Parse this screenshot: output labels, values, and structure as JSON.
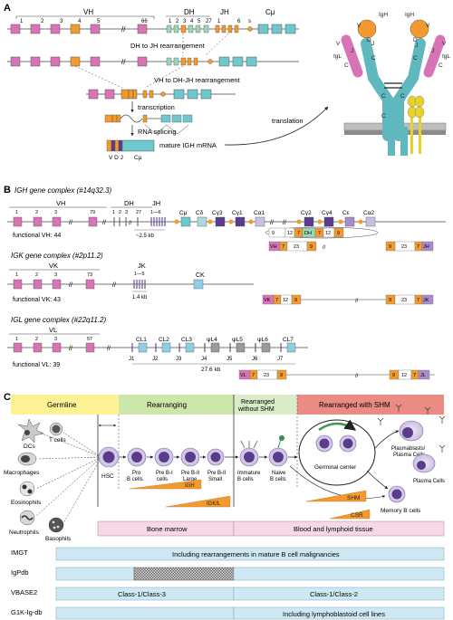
{
  "colors": {
    "v_pink": "#d873b6",
    "d_green": "#9ad9b8",
    "j_orange": "#f29a2e",
    "c_teal": "#6ec8cd",
    "cblue": "#8ecfe6",
    "purple_dark": "#5b3c8c",
    "purple_light": "#a98cc9",
    "grey": "#9a9a9a",
    "germline_bar": "#fdf294",
    "rearranging_bar": "#cde6a9",
    "rearr_no_shm_bar": "#d9ecc7",
    "rearr_shm_bar": "#ec8b84",
    "bone_marrow": "#f6d8e7",
    "blood_tissue": "#f6d8e7",
    "db_bar": "#cfe9f4"
  },
  "panel_a": {
    "label": "A",
    "vh": "VH",
    "dh": "DH",
    "jh": "JH",
    "cmu": "Cμ",
    "s": "s",
    "vh_nums": [
      "1",
      "2",
      "3",
      "4",
      "5",
      "66"
    ],
    "dh_nums": [
      "1",
      "2",
      "3",
      "4",
      "5",
      "27"
    ],
    "jh_nums": [
      "1",
      "6"
    ],
    "step1": "DH to JH rearrangement",
    "step2": "VH to DH-JH rearrangement",
    "step3": "transcription",
    "step4": "RNA splicing",
    "mrna_label": "mature IGH mRNA",
    "vdj": "V D J",
    "mrna_c": "Cμ",
    "translation": "translation",
    "ab_labels": [
      "V",
      "C",
      "IgL",
      "V",
      "C",
      "IgH",
      "D",
      "J",
      "J",
      "C",
      "C",
      "C",
      "IgH",
      "V",
      "D",
      "J",
      "V",
      "IgL",
      "C",
      "J",
      "C"
    ]
  },
  "panel_b": {
    "label": "B",
    "igh_title": "IGH gene complex (#14q32.3)",
    "igh_vh": "VH",
    "igh_dh": "DH",
    "igh_jh": "JH",
    "igh_vh_nums": [
      "1",
      "2",
      "3",
      "79"
    ],
    "igh_dh_nums": [
      "1",
      "2",
      "3",
      "27"
    ],
    "igh_jh_nums": "1—6",
    "igh_dist": "~2.5 kb",
    "igh_functional": "functional VH: 44",
    "igh_constants": [
      "Cμ",
      "Cδ",
      "Cγ3",
      "Cγ1",
      "Cα1",
      "Cγ2",
      "Cγ4",
      "Cε",
      "Cα2"
    ],
    "rss_vh": [
      "VH",
      "7",
      "23",
      "9"
    ],
    "rss_dh": [
      "9",
      "12",
      "7",
      "DH",
      "7",
      "12",
      "9"
    ],
    "rss_jh": [
      "9",
      "23",
      "7",
      "JH"
    ],
    "igk_title": "IGK gene complex (#2p11.2)",
    "igk_vk": "VK",
    "igk_vk_nums": [
      "1",
      "2",
      "3",
      "73"
    ],
    "igk_jk": "JK",
    "igk_jk_nums": "1—5",
    "igk_dist": "1.4 kb",
    "igk_ck": "CK",
    "igk_functional": "functional VK: 43",
    "rss_vk": [
      "VK",
      "7",
      "12",
      "9"
    ],
    "rss_jk": [
      "9",
      "23",
      "7",
      "JK"
    ],
    "igl_title": "IGL gene complex (#22q11.2)",
    "igl_vl": "VL",
    "igl_vl_nums": [
      "1",
      "2",
      "3",
      "57"
    ],
    "igl_cls": [
      "CL1",
      "CL2",
      "CL3",
      "ψL4",
      "ψL5",
      "ψL6",
      "CL7"
    ],
    "igl_js": [
      "J1",
      "J2",
      "J3",
      "J4",
      "J5",
      "J6",
      "J7"
    ],
    "igl_dist": "27.6 kb",
    "igl_functional": "functional VL: 39",
    "rss_vl": [
      "VL",
      "7",
      "23",
      "9"
    ],
    "rss_jl": [
      "9",
      "12",
      "7",
      "JL"
    ]
  },
  "panel_c": {
    "label": "C",
    "stages": [
      "Germline",
      "Rearranging",
      "Rearranged without SHM",
      "Rearranged with SHM"
    ],
    "cells_left": [
      "DCs",
      "T cells",
      "Macrophages",
      "Eosinophils",
      "Neutrophils",
      "Basophils"
    ],
    "hsc": "HSC",
    "b_stages": [
      "Pro B cells",
      "Pre B-I cells",
      "Pre B-II Large",
      "Pre B-II Small",
      "Immature B cells",
      "Naive B cells"
    ],
    "germinal_center": "Germinal center",
    "plasmablasts": "Plasmablasts/ Plasma Cells",
    "plasma_cells": "Plasma Cells",
    "memory": "Memory B cells",
    "igh": "IGH",
    "igkl": "IGK/L",
    "shm": "SHM",
    "csr": "CSR",
    "bone_marrow": "Bone marrow",
    "blood_tissue": "Blood and lymphoid tissue"
  },
  "databases": [
    {
      "name": "IMGT",
      "bars": [
        "Including rearrangements in mature B cell malignancies"
      ]
    },
    {
      "name": "IgPdb",
      "bars": [
        "",
        "",
        ""
      ]
    },
    {
      "name": "VBASE2",
      "bars": [
        "Class-1/Class-3",
        "Class-1/Class-2"
      ]
    },
    {
      "name": "G1K-Ig-db",
      "bars": [
        "",
        "Including lymphoblastoid cell lines"
      ]
    }
  ]
}
